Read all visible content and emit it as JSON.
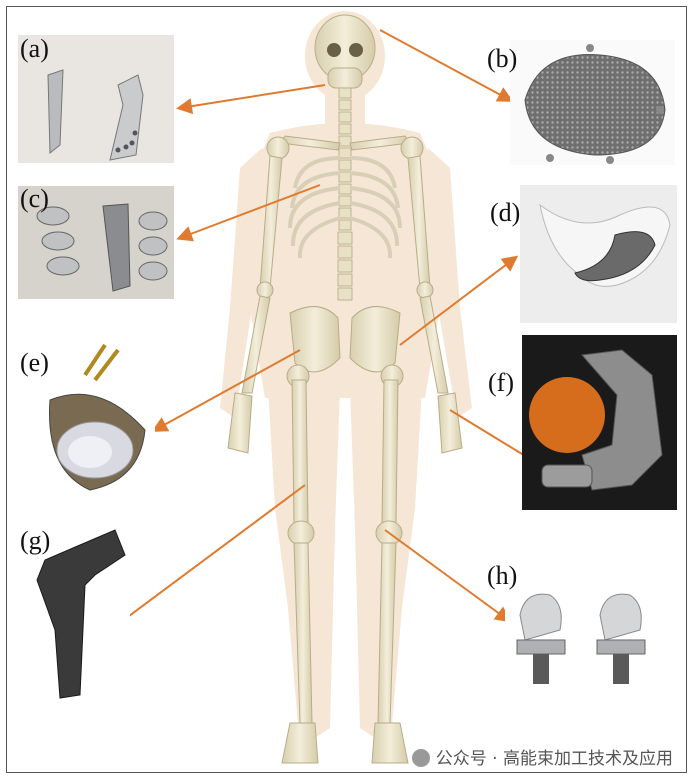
{
  "panels": {
    "a": "(a)",
    "b": "(b)",
    "c": "(c)",
    "d": "(d)",
    "e": "(e)",
    "f": "(f)",
    "g": "(g)",
    "h": "(h)"
  },
  "watermark": {
    "text": "公众号 · 高能束加工技术及应用"
  },
  "colors": {
    "arrow": "#e07a2e",
    "bone": "#ece6cf",
    "body": "#f2dcc4"
  }
}
